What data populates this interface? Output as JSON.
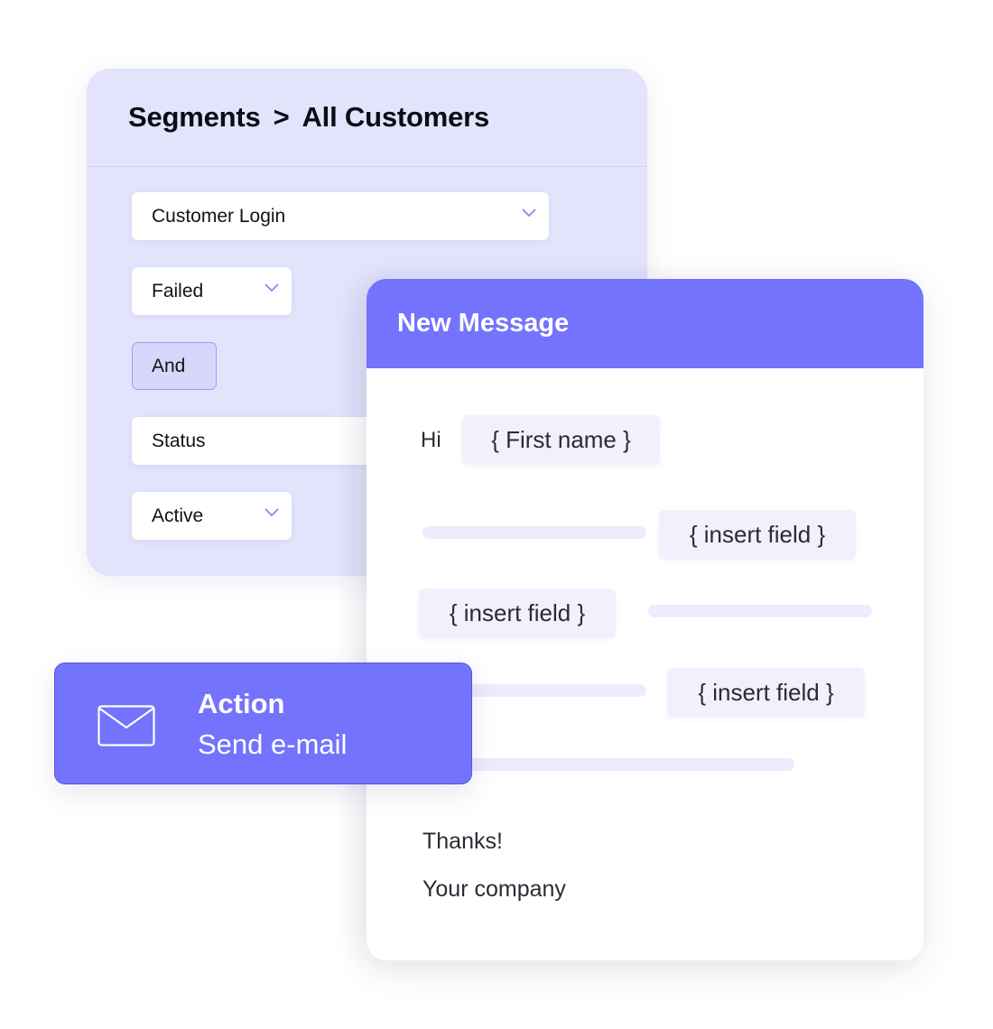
{
  "segments": {
    "breadcrumb": {
      "parent": "Segments",
      "separator": ">",
      "current": "All Customers"
    },
    "fields": [
      {
        "label": "Customer Login",
        "type": "dropdown"
      },
      {
        "label": "Failed",
        "type": "dropdown"
      },
      {
        "label": "And",
        "type": "operator-button"
      },
      {
        "label": "Status",
        "type": "dropdown"
      },
      {
        "label": "Active",
        "type": "dropdown"
      }
    ],
    "icons": {
      "dropdown": "chevron-down-icon"
    }
  },
  "message": {
    "title": "New Message",
    "greeting": "Hi",
    "first_name_token": "{ First name }",
    "insert_tokens": [
      "{ insert field }",
      "{ insert field }",
      "{ insert field }"
    ],
    "closing": "Thanks!",
    "signature": "Your company"
  },
  "action": {
    "title": "Action",
    "subtitle": "Send e-mail",
    "icon": "envelope-icon"
  },
  "colors": {
    "accent": "#7373fd",
    "segments_bg": "#e3e3fc",
    "chip_bg": "#f1f1fe",
    "placeholder_bar": "#ececfc",
    "chevron": "#8b86ec"
  }
}
